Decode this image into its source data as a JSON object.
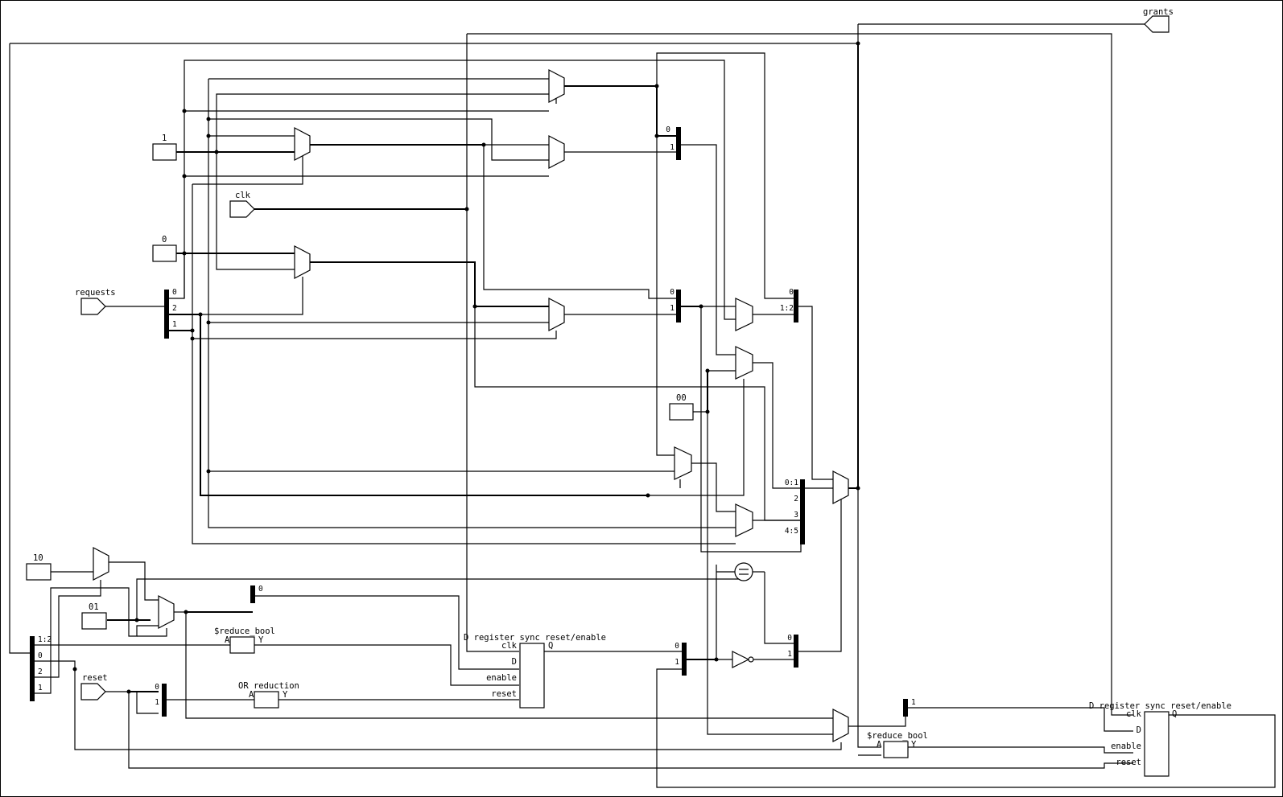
{
  "ports": {
    "requests": "requests",
    "clk": "clk",
    "reset": "reset",
    "grants": "grants"
  },
  "constants": {
    "c_1": "1",
    "c_0": "0",
    "c_00": "00",
    "c_10": "10",
    "c_01": "01"
  },
  "bus_labels": {
    "req_split": [
      "0",
      "2",
      "1"
    ],
    "top_join": [
      "0",
      "1"
    ],
    "mid_join": [
      "0",
      "1"
    ],
    "right_join": [
      "0",
      "1:2"
    ],
    "big_join": [
      "0:1",
      "2",
      "3",
      "4:5"
    ],
    "left_split": [
      "1:2",
      "0",
      "2",
      "1"
    ],
    "tiny_split": [
      "0"
    ],
    "reset_join": [
      "0",
      "1"
    ],
    "q_split": [
      "0",
      "1"
    ],
    "inv_join": [
      "0",
      "1"
    ],
    "grant_split": [
      "1"
    ]
  },
  "cells": {
    "reduce_bool_1": {
      "title": "$reduce_bool",
      "a": "A",
      "y": "Y"
    },
    "or_reduction": {
      "title": "OR reduction",
      "a": "A",
      "y": "Y"
    },
    "reduce_bool_2": {
      "title": "$reduce_bool",
      "a": "A",
      "y": "Y"
    },
    "dff_1": {
      "title": "D register sync reset/enable",
      "clk": "clk",
      "d": "D",
      "enable": "enable",
      "reset": "reset",
      "q": "Q"
    },
    "dff_2": {
      "title": "D register sync reset/enable",
      "clk": "clk",
      "d": "D",
      "enable": "enable",
      "reset": "reset",
      "q": "Q"
    }
  }
}
